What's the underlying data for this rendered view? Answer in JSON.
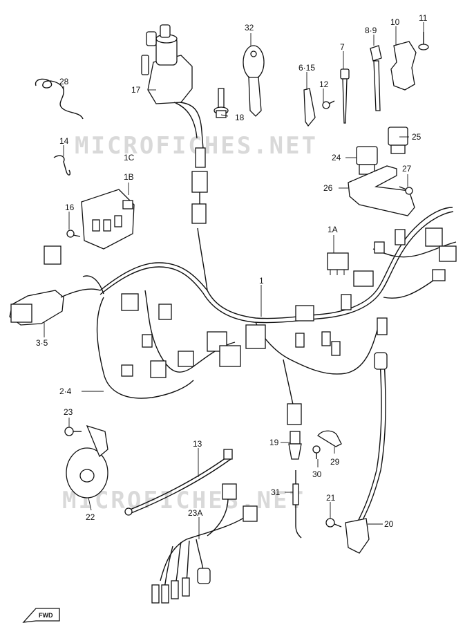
{
  "watermark": "MICROFICHES.NET",
  "fwd_label": "FWD",
  "parts": [
    {
      "id": "p1",
      "label": "1"
    },
    {
      "id": "p1a",
      "label": "1A"
    },
    {
      "id": "p1b",
      "label": "1B"
    },
    {
      "id": "p1c",
      "label": "1C"
    },
    {
      "id": "p24a",
      "label": "2·4"
    },
    {
      "id": "p35",
      "label": "3·5"
    },
    {
      "id": "p615",
      "label": "6·15"
    },
    {
      "id": "p7",
      "label": "7"
    },
    {
      "id": "p89",
      "label": "8·9"
    },
    {
      "id": "p10",
      "label": "10"
    },
    {
      "id": "p11",
      "label": "11"
    },
    {
      "id": "p12",
      "label": "12"
    },
    {
      "id": "p13",
      "label": "13"
    },
    {
      "id": "p14",
      "label": "14"
    },
    {
      "id": "p16",
      "label": "16"
    },
    {
      "id": "p17",
      "label": "17"
    },
    {
      "id": "p18",
      "label": "18"
    },
    {
      "id": "p19",
      "label": "19"
    },
    {
      "id": "p20",
      "label": "20"
    },
    {
      "id": "p21",
      "label": "21"
    },
    {
      "id": "p22",
      "label": "22"
    },
    {
      "id": "p23",
      "label": "23"
    },
    {
      "id": "p23a",
      "label": "23A"
    },
    {
      "id": "p24",
      "label": "24"
    },
    {
      "id": "p25",
      "label": "25"
    },
    {
      "id": "p26",
      "label": "26"
    },
    {
      "id": "p27",
      "label": "27"
    },
    {
      "id": "p28",
      "label": "28"
    },
    {
      "id": "p29",
      "label": "29"
    },
    {
      "id": "p30",
      "label": "30"
    },
    {
      "id": "p31",
      "label": "31"
    },
    {
      "id": "p32",
      "label": "32"
    }
  ]
}
